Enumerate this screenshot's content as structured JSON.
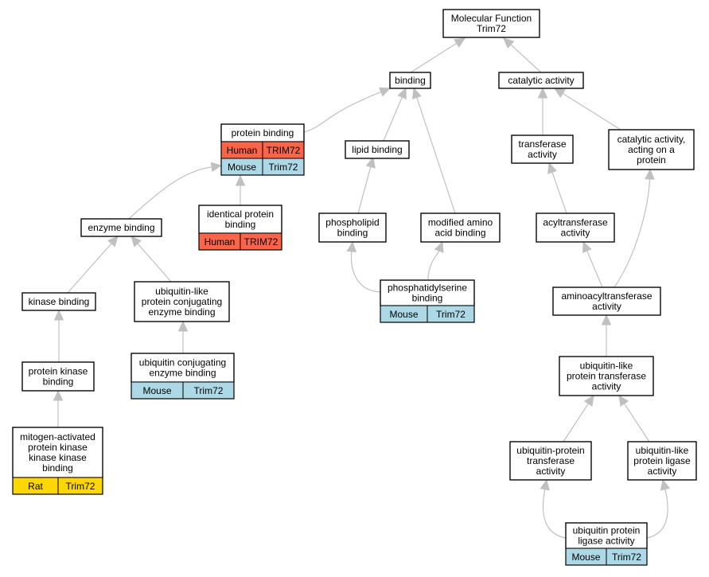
{
  "diagram": {
    "title_lines": [
      "Molecular Function",
      "Trim72"
    ],
    "colors": {
      "edge": "#c0c0c0",
      "human": "#fa6448",
      "mouse": "#add8e6",
      "rat": "#ffd700"
    },
    "nodes": [
      {
        "id": "mf",
        "lines": [
          "Molecular Function",
          "Trim72"
        ],
        "annotations": []
      },
      {
        "id": "binding",
        "lines": [
          "binding"
        ],
        "annotations": []
      },
      {
        "id": "catalytic",
        "lines": [
          "catalytic activity"
        ],
        "annotations": []
      },
      {
        "id": "protein_binding",
        "lines": [
          "protein binding"
        ],
        "annotations": [
          {
            "species": "Human",
            "gene": "TRIM72",
            "color": "#fa6448"
          },
          {
            "species": "Mouse",
            "gene": "Trim72",
            "color": "#add8e6"
          }
        ]
      },
      {
        "id": "lipid_binding",
        "lines": [
          "lipid binding"
        ],
        "annotations": []
      },
      {
        "id": "transferase",
        "lines": [
          "transferase",
          "activity"
        ],
        "annotations": []
      },
      {
        "id": "cat_protein",
        "lines": [
          "catalytic activity,",
          "acting on a",
          "protein"
        ],
        "annotations": []
      },
      {
        "id": "identical",
        "lines": [
          "identical protein",
          "binding"
        ],
        "annotations": [
          {
            "species": "Human",
            "gene": "TRIM72",
            "color": "#fa6448"
          }
        ]
      },
      {
        "id": "enzyme_binding",
        "lines": [
          "enzyme binding"
        ],
        "annotations": []
      },
      {
        "id": "phospholipid",
        "lines": [
          "phospholipid",
          "binding"
        ],
        "annotations": []
      },
      {
        "id": "modified_aa",
        "lines": [
          "modified amino",
          "acid binding"
        ],
        "annotations": []
      },
      {
        "id": "acyltransferase",
        "lines": [
          "acyltransferase",
          "activity"
        ],
        "annotations": []
      },
      {
        "id": "ps_binding",
        "lines": [
          "phosphatidylserine",
          "binding"
        ],
        "annotations": [
          {
            "species": "Mouse",
            "gene": "Trim72",
            "color": "#add8e6"
          }
        ]
      },
      {
        "id": "ubl_conj_enzyme",
        "lines": [
          "ubiquitin-like",
          "protein conjugating",
          "enzyme binding"
        ],
        "annotations": []
      },
      {
        "id": "kinase_binding",
        "lines": [
          "kinase binding"
        ],
        "annotations": []
      },
      {
        "id": "aminoacyl",
        "lines": [
          "aminoacyltransferase",
          "activity"
        ],
        "annotations": []
      },
      {
        "id": "ubl_transferase",
        "lines": [
          "ubiquitin-like",
          "protein transferase",
          "activity"
        ],
        "annotations": []
      },
      {
        "id": "ub_conj_enzyme",
        "lines": [
          "ubiquitin conjugating",
          "enzyme binding"
        ],
        "annotations": [
          {
            "species": "Mouse",
            "gene": "Trim72",
            "color": "#add8e6"
          }
        ]
      },
      {
        "id": "pk_binding",
        "lines": [
          "protein kinase",
          "binding"
        ],
        "annotations": []
      },
      {
        "id": "mapkkk",
        "lines": [
          "mitogen-activated",
          "protein kinase",
          "kinase kinase",
          "binding"
        ],
        "annotations": [
          {
            "species": "Rat",
            "gene": "Trim72",
            "color": "#ffd700"
          }
        ]
      },
      {
        "id": "ub_transferase",
        "lines": [
          "ubiquitin-protein",
          "transferase",
          "activity"
        ],
        "annotations": []
      },
      {
        "id": "ubl_ligase",
        "lines": [
          "ubiquitin-like",
          "protein ligase",
          "activity"
        ],
        "annotations": []
      },
      {
        "id": "ub_ligase",
        "lines": [
          "ubiquitin protein",
          "ligase activity"
        ],
        "annotations": [
          {
            "species": "Mouse",
            "gene": "Trim72",
            "color": "#add8e6"
          }
        ]
      }
    ],
    "edges": [
      {
        "from": "binding",
        "to": "mf"
      },
      {
        "from": "catalytic",
        "to": "mf"
      },
      {
        "from": "protein_binding",
        "to": "binding"
      },
      {
        "from": "lipid_binding",
        "to": "binding"
      },
      {
        "from": "modified_aa",
        "to": "binding"
      },
      {
        "from": "transferase",
        "to": "catalytic"
      },
      {
        "from": "cat_protein",
        "to": "catalytic"
      },
      {
        "from": "enzyme_binding",
        "to": "protein_binding"
      },
      {
        "from": "identical",
        "to": "protein_binding"
      },
      {
        "from": "phospholipid",
        "to": "lipid_binding"
      },
      {
        "from": "ps_binding",
        "to": "phospholipid"
      },
      {
        "from": "ps_binding",
        "to": "modified_aa"
      },
      {
        "from": "acyltransferase",
        "to": "transferase"
      },
      {
        "from": "aminoacyl",
        "to": "acyltransferase"
      },
      {
        "from": "aminoacyl",
        "to": "cat_protein"
      },
      {
        "from": "kinase_binding",
        "to": "enzyme_binding"
      },
      {
        "from": "ubl_conj_enzyme",
        "to": "enzyme_binding"
      },
      {
        "from": "pk_binding",
        "to": "kinase_binding"
      },
      {
        "from": "mapkkk",
        "to": "pk_binding"
      },
      {
        "from": "ub_conj_enzyme",
        "to": "ubl_conj_enzyme"
      },
      {
        "from": "ubl_transferase",
        "to": "aminoacyl"
      },
      {
        "from": "ub_transferase",
        "to": "ubl_transferase"
      },
      {
        "from": "ubl_ligase",
        "to": "ubl_transferase"
      },
      {
        "from": "ub_ligase",
        "to": "ub_transferase"
      },
      {
        "from": "ub_ligase",
        "to": "ubl_ligase"
      }
    ]
  }
}
